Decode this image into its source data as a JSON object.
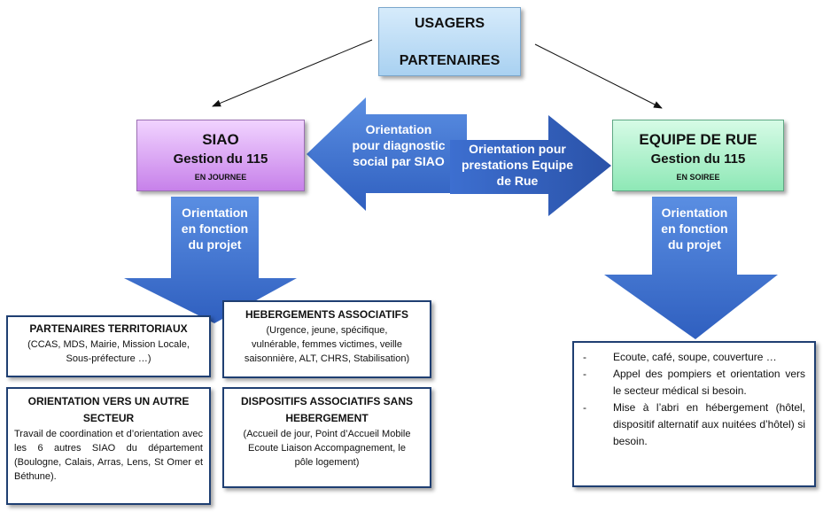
{
  "usagers": {
    "line1": "USAGERS",
    "line2": "PARTENAIRES"
  },
  "siao": {
    "title": "SIAO",
    "subtitle": "Gestion du 115",
    "period": "EN JOURNEE"
  },
  "rue": {
    "title": "EQUIPE DE RUE",
    "subtitle": "Gestion du 115",
    "period": "EN SOIREE"
  },
  "arrow_left": {
    "lines": [
      "Orientation",
      "pour diagnostic",
      "social par SIAO"
    ]
  },
  "arrow_right": {
    "lines": [
      "Orientation pour",
      "prestations Equipe",
      "de Rue"
    ]
  },
  "down_siao": {
    "lines": [
      "Orientation",
      "en fonction",
      "du projet"
    ]
  },
  "down_rue": {
    "lines": [
      "Orientation",
      "en fonction",
      "du projet"
    ]
  },
  "partenaires": {
    "title": "PARTENAIRES TERRITORIAUX",
    "lines": [
      "(CCAS, MDS, Mairie, Mission Locale,",
      "Sous-préfecture …)"
    ]
  },
  "hebergements": {
    "title": "HEBERGEMENTS ASSOCIATIFS",
    "lines": [
      "(Urgence, jeune, spécifique,",
      "vulnérable, femmes victimes, veille",
      "saisonnière, ALT, CHRS, Stabilisation)"
    ]
  },
  "orientation_secteur": {
    "title_lines": [
      "ORIENTATION VERS UN AUTRE",
      "SECTEUR"
    ],
    "body": "Travail de coordination et d’orientation avec les 6 autres SIAO du département (Boulogne, Calais, Arras, Lens, St Omer et Béthune)."
  },
  "dispositifs": {
    "title_lines": [
      "DISPOSITIFS ASSOCIATIFS SANS",
      "HEBERGEMENT"
    ],
    "lines": [
      "(Accueil de jour, Point d’Accueil Mobile",
      "Ecoute Liaison Accompagnement, le",
      "pôle logement)"
    ]
  },
  "rue_list": {
    "items": [
      "Ecoute, café, soupe, couverture …",
      "Appel des pompiers et orientation vers le secteur médical si besoin.",
      "Mise à l’abri en hébergement (hôtel, dispositif alternatif aux nuitées d’hôtel) si besoin."
    ]
  },
  "colors": {
    "arrow_blue": "#3a6fce",
    "arrow_dark": "#2c56ab",
    "card_border": "#1f3f72"
  }
}
